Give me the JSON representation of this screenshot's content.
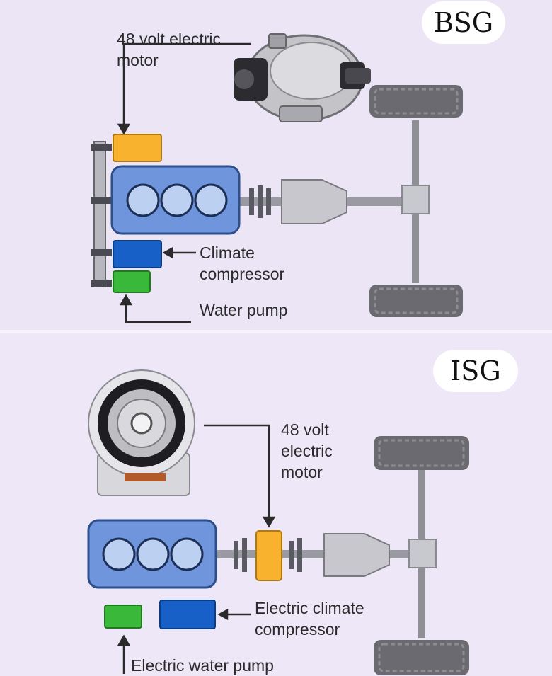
{
  "bsg": {
    "badge": "BSG",
    "motor_label": "48 volt electric\nmotor",
    "compressor_label": "Climate\ncompressor",
    "pump_label": "Water pump"
  },
  "isg": {
    "badge": "ISG",
    "motor_label": "48 volt\nelectric\nmotor",
    "compressor_label": "Electric climate\ncompressor",
    "pump_label": "Electric water pump"
  },
  "colors": {
    "engine": "#6f95dc",
    "motor": "#f8b22e",
    "compressor": "#1660c7",
    "pump": "#3ab83a",
    "shaft": "#9a9aa2",
    "tire": "#6a6a70"
  },
  "icons": {
    "bsg_motor_photo": "alternator-icon",
    "isg_motor_photo": "integrated-starter-generator-icon"
  }
}
